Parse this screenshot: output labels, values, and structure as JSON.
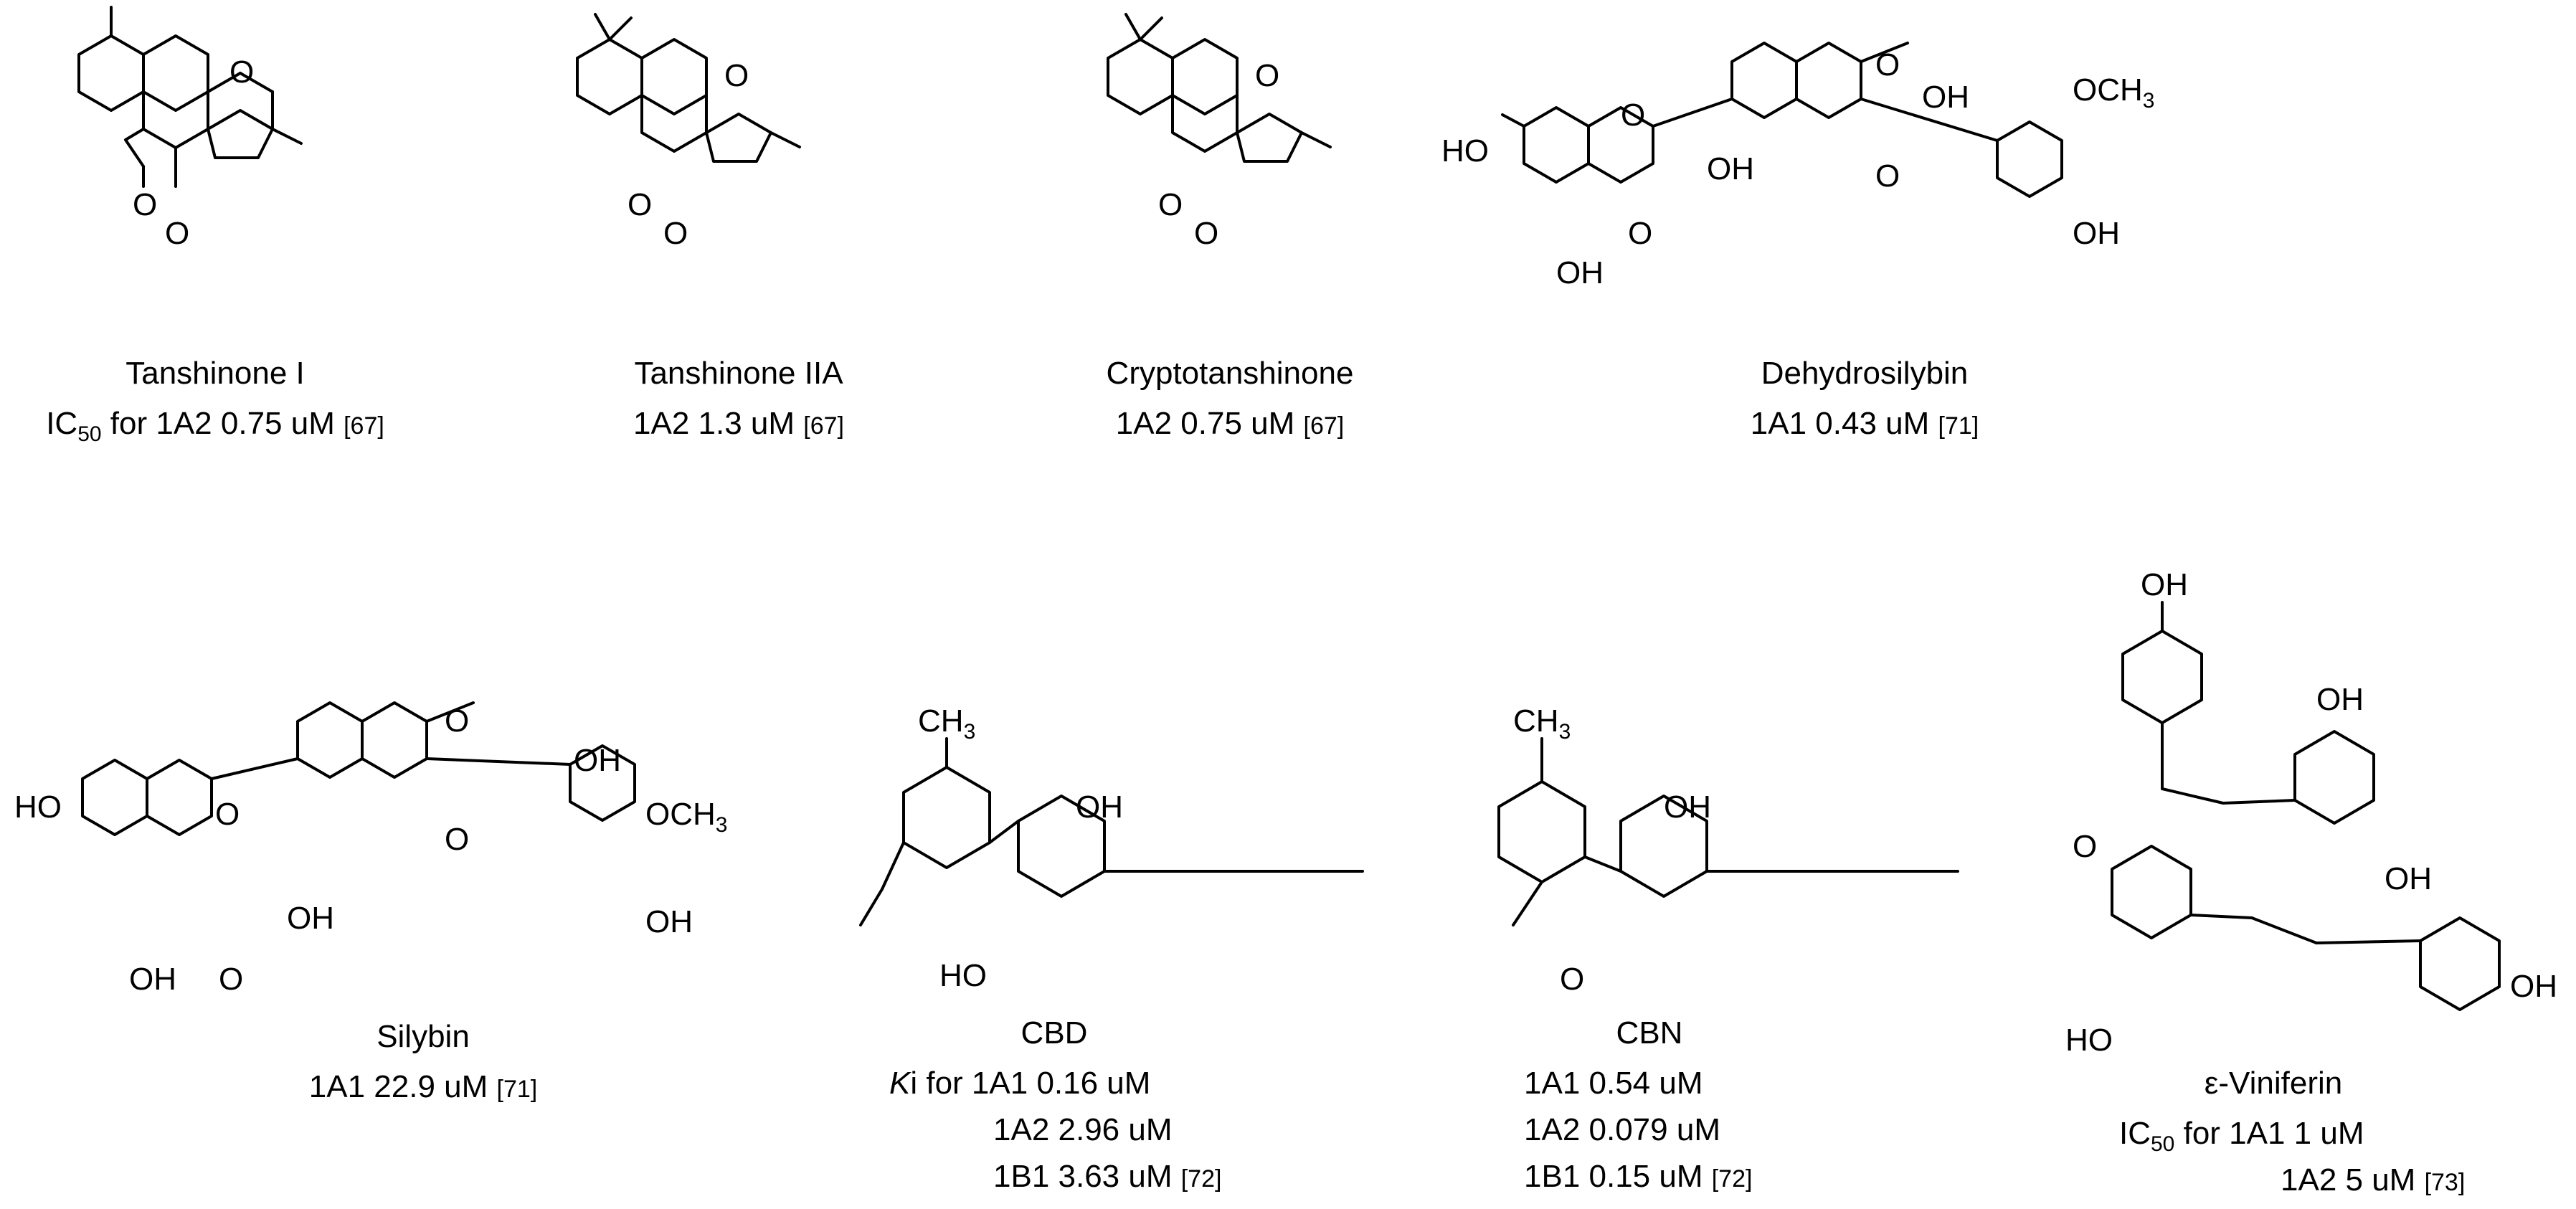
{
  "compounds": [
    {
      "name": "Tanshinone I",
      "activity": [
        {
          "prefix": "IC",
          "prefix_sub": "50",
          "text": " for 1A2 0.75 uM ",
          "ref": "[67]"
        }
      ]
    },
    {
      "name": "Tanshinone IIA",
      "activity": [
        {
          "text": "1A2 1.3 uM ",
          "ref": "[67]"
        }
      ]
    },
    {
      "name": "Cryptotanshinone",
      "activity": [
        {
          "text": "1A2 0.75 uM ",
          "ref": "[67]"
        }
      ]
    },
    {
      "name": "Dehydrosilybin",
      "activity": [
        {
          "text": "1A1 0.43 uM ",
          "ref": "[71]"
        }
      ]
    },
    {
      "name": "Silybin",
      "activity": [
        {
          "text": "1A1 22.9 uM ",
          "ref": "[71]"
        }
      ]
    },
    {
      "name": "CBD",
      "activity": [
        {
          "prefix_italic": "K",
          "text": "i for 1A1 0.16 uM"
        },
        {
          "text": "1A2  2.96 uM"
        },
        {
          "text": "1B1  3.63 uM ",
          "ref": "[72]"
        }
      ]
    },
    {
      "name": "CBN",
      "activity": [
        {
          "text": "1A1  0.54 uM"
        },
        {
          "text": "1A2  0.079 uM"
        },
        {
          "text": "1B1  0.15 uM ",
          "ref": "[72]"
        }
      ]
    },
    {
      "name": "ε-Viniferin",
      "activity": [
        {
          "prefix": "IC",
          "prefix_sub": "50",
          "text": " for 1A1 1 uM"
        },
        {
          "text": "1A2 5 uM ",
          "ref": "[73]"
        }
      ]
    }
  ],
  "atoms": {
    "O": "O",
    "OH": "OH",
    "HO": "HO",
    "OCH": "OCH",
    "three": "3",
    "CH": "CH"
  }
}
